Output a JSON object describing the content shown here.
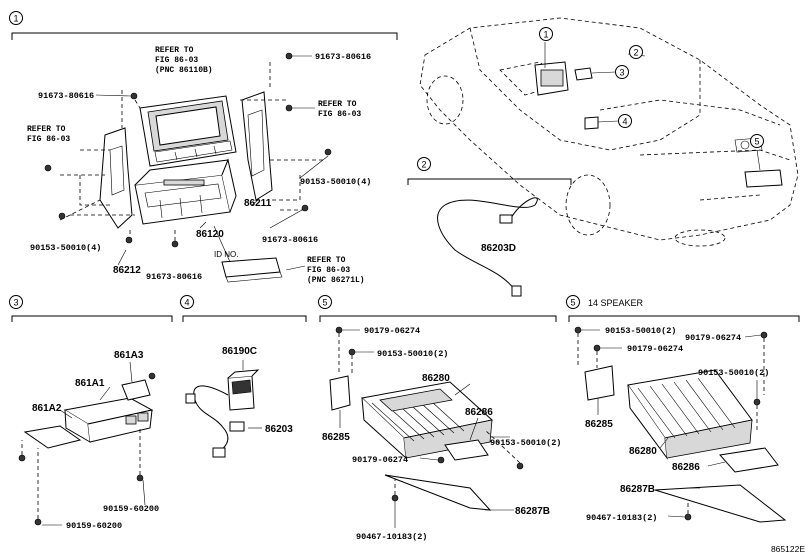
{
  "sections": [
    {
      "number": "1",
      "title": ""
    },
    {
      "number": "2",
      "title": ""
    },
    {
      "number": "3",
      "title": ""
    },
    {
      "number": "4",
      "title": ""
    },
    {
      "number": "5",
      "title": ""
    },
    {
      "number": "5",
      "title": "14 SPEAKER"
    }
  ],
  "car_callouts": [
    "1",
    "2",
    "3",
    "4",
    "5"
  ],
  "section1": {
    "ref_top": [
      "REFER TO",
      "FIG 86-03",
      "(PNC 86110B)"
    ],
    "ref_left": [
      "REFER TO",
      "FIG 86-03"
    ],
    "ref_right": [
      "REFER TO",
      "FIG 86-03"
    ],
    "ref_bottom": [
      "REFER TO",
      "FIG 86-03",
      "(PNC 86271L)"
    ],
    "labels": {
      "bolt_top_right": "91673-80616",
      "bolt_left": "91673-80616",
      "screw_right": "90153-50010(4)",
      "screw_left": "90153-50010(4)",
      "bolt_bottom_center": "91673-80616",
      "bolt_bottom_right": "91673-80616",
      "unit": "86120",
      "bracket_right": "86211",
      "bracket_left": "86212",
      "id_no": "ID NO."
    }
  },
  "section2": {
    "antenna": "86203D"
  },
  "section3": {
    "part_a3": "861A3",
    "part_a1": "861A1",
    "part_a2": "861A2",
    "screw_a": "90159-60200",
    "screw_b": "90159-60200"
  },
  "section4": {
    "switch": "86190C",
    "harness": "86203"
  },
  "section5a": {
    "nut_top": "90179-06274",
    "screw_top": "90153-50010(2)",
    "amp": "86280",
    "bracket_left": "86285",
    "bracket_right": "86286",
    "screw_right": "90153-50010(2)",
    "nut_mid": "90179-06274",
    "clip_bottom": "90467-10183(2)",
    "bracket_bottom": "86287B"
  },
  "section5b": {
    "screw_top": "90153-50010(2)",
    "nut_top_right": "90179-06274",
    "nut_mid": "90179-06274",
    "screw_right": "90153-50010(2)",
    "bracket_left": "86285",
    "amp": "86280",
    "bracket_right": "86286",
    "bracket_bottom": "86287B",
    "clip_bottom": "90467-10183(2)"
  },
  "figure_id": "865122E",
  "colors": {
    "ink": "#000000",
    "paper": "#ffffff",
    "shade": "#d8d8d8"
  }
}
